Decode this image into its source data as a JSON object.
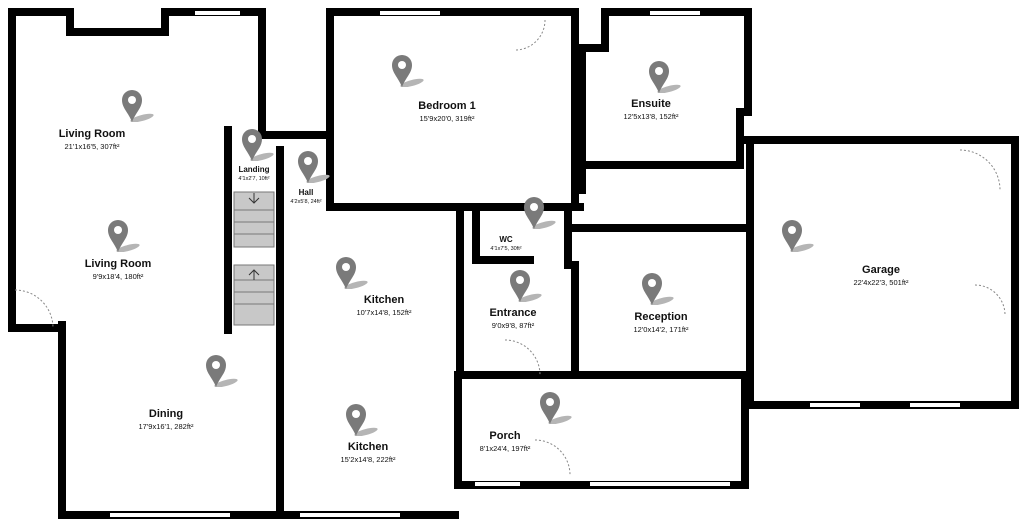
{
  "colors": {
    "wall": "#000000",
    "pin": "#7a7a7a",
    "pin_shadow": "#b5b5b5",
    "stairs": "#c8c8c8"
  },
  "rooms": [
    {
      "name": "Living Room",
      "dimensions": "21'1x16'5, 307ft²"
    },
    {
      "name": "Living Room",
      "dimensions": "9'9x18'4, 180ft²"
    },
    {
      "name": "Landing",
      "dimensions": "4'1x2'7, 10ft²"
    },
    {
      "name": "Hall",
      "dimensions": "4'2x5'8, 24ft²"
    },
    {
      "name": "Bedroom 1",
      "dimensions": "15'9x20'0, 319ft²"
    },
    {
      "name": "Ensuite",
      "dimensions": "12'5x13'8, 152ft²"
    },
    {
      "name": "WC",
      "dimensions": "4'1x7'5, 30ft²"
    },
    {
      "name": "Kitchen",
      "dimensions": "10'7x14'8, 152ft²"
    },
    {
      "name": "Entrance",
      "dimensions": "9'0x9'8, 87ft²"
    },
    {
      "name": "Reception",
      "dimensions": "12'0x14'2, 171ft²"
    },
    {
      "name": "Garage",
      "dimensions": "22'4x22'3, 501ft²"
    },
    {
      "name": "Dining",
      "dimensions": "17'9x16'1, 282ft²"
    },
    {
      "name": "Kitchen",
      "dimensions": "15'2x14'8, 222ft²"
    },
    {
      "name": "Porch",
      "dimensions": "8'1x24'4, 197ft²"
    }
  ],
  "icons": {
    "room_marker": "map-pin-icon",
    "stairs_down": "arrow-down-icon",
    "stairs_up": "arrow-up-icon"
  }
}
